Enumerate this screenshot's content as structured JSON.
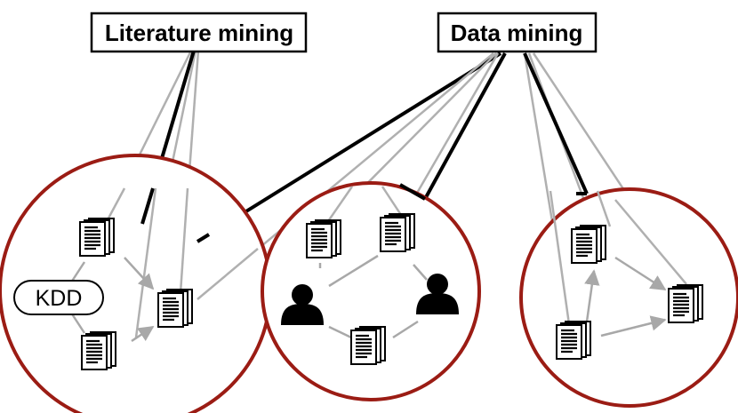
{
  "labels": {
    "literature_mining": "Literature mining",
    "data_mining": "Data mining",
    "kdd": "KDD"
  },
  "colors": {
    "circle_stroke": "#9b1c14",
    "strong_link": "#000000",
    "weak_link": "#b0b0b0",
    "arrow": "#a8a8a8",
    "box_stroke": "#000000"
  },
  "icons": {
    "document": "document-stack-icon",
    "person": "person-icon"
  }
}
